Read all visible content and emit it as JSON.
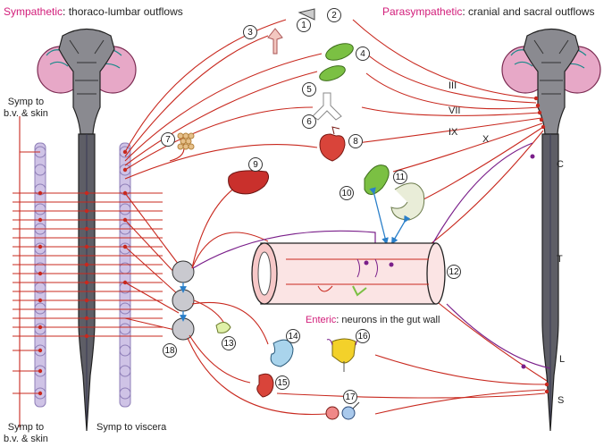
{
  "header": {
    "symp_title": "Sympathetic",
    "symp_desc": ": thoraco-lumbar outflows",
    "para_title": "Parasympathetic",
    "para_desc": ": cranial and sacral outflows"
  },
  "labels": {
    "symp_bv_top": [
      "Symp to",
      "b.v. & skin"
    ],
    "symp_bv_bottom": [
      "Symp to",
      "b.v. & skin"
    ],
    "symp_viscera": "Symp to viscera",
    "enteric_title": "Enteric",
    "enteric_desc": ": neurons in the gut wall"
  },
  "cranial_nerves": [
    "III",
    "VII",
    "IX",
    "X"
  ],
  "cord_regions": [
    "C",
    "T",
    "L",
    "S"
  ],
  "organ_numbers": [
    "1",
    "2",
    "3",
    "4",
    "5",
    "6",
    "7",
    "8",
    "9",
    "10",
    "11",
    "12",
    "13",
    "14",
    "15",
    "16",
    "17",
    "18"
  ],
  "colors": {
    "nerve_red": "#c8281e",
    "vagal_purple": "#7a1f8a",
    "chain_lavender": "#cfc3e6",
    "cord_gray": "#5e5e66",
    "accent_pink": "#d21d7a",
    "organ_green": "#7bc043",
    "liver_red": "#c9302c"
  }
}
